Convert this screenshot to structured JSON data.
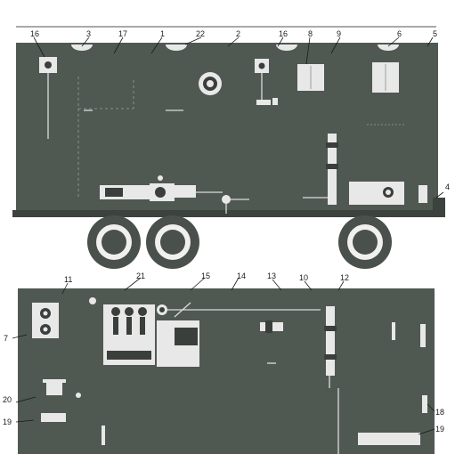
{
  "callouts_side_view": [
    "16",
    "3",
    "17",
    "1",
    "22",
    "2",
    "16",
    "8",
    "9",
    "6",
    "5",
    "4"
  ],
  "callouts_plan_view": [
    "11",
    "21",
    "15",
    "14",
    "13",
    "10",
    "12",
    "7",
    "20",
    "19",
    "18",
    "19"
  ]
}
